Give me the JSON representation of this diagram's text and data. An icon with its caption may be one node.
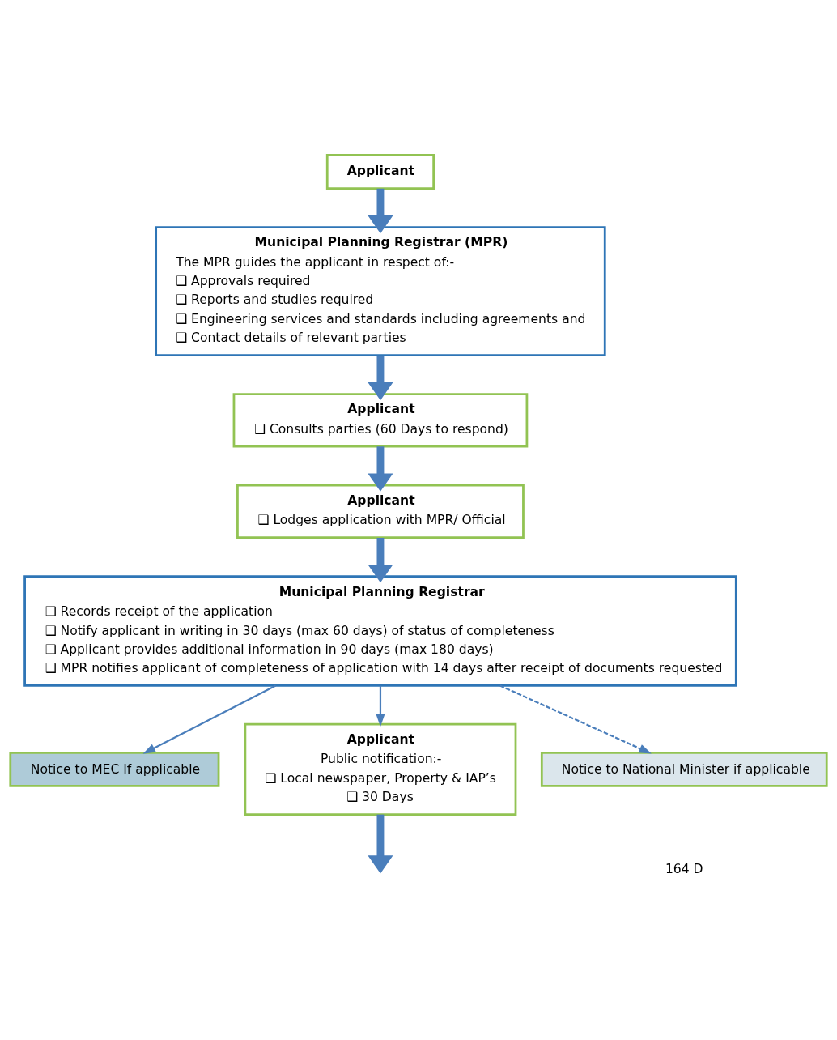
{
  "diagram": {
    "nodes": [
      {
        "text": [
          "Applicant"
        ]
      },
      {
        "text": [
          "Municipal Planning Registrar (MPR)",
          "The MPR guides the applicant in respect of:-",
          "❑ Approvals required",
          "❑ Reports and studies required",
          "❑ Engineering services and standards including agreements and",
          "❑ Contact details of relevant parties"
        ]
      },
      {
        "text": [
          "Applicant",
          "❑ Consults parties (60 Days to respond)"
        ]
      },
      {
        "text": [
          "Applicant",
          "❑ Lodges application with MPR/ Official"
        ]
      },
      {
        "text": [
          "Municipal Planning Registrar",
          "❑ Records receipt of the application",
          "❑ Notify applicant in writing in 30 days (max 60 days) of status of completeness",
          "❑ Applicant provides additional information in 90 days (max 180 days)",
          "❑ MPR notifies applicant of completeness of application with 14 days after receipt of documents requested"
        ]
      },
      {
        "text": [
          "Notice to MEC If applicable"
        ]
      },
      {
        "text": [
          "Applicant",
          "Public notification:-",
          "❑ Local newspaper, Property & IAP’s",
          "❑ 30 Days"
        ]
      },
      {
        "text": [
          "Notice to National Minister if applicable"
        ]
      }
    ],
    "edges": [
      {
        "from": 0,
        "to": 1,
        "arrow": "to"
      },
      {
        "from": 1,
        "to": 2,
        "arrow": "to"
      },
      {
        "from": 2,
        "to": 3,
        "arrow": "to"
      },
      {
        "from": 3,
        "to": 4,
        "arrow": "to"
      },
      {
        "from": 4,
        "to": 5,
        "arrow": "to"
      },
      {
        "from": 4,
        "to": 6,
        "arrow": "to"
      },
      {
        "from": 4,
        "to": 7,
        "arrow": "to",
        "style": "dashed"
      },
      {
        "from": 6,
        "to": null,
        "arrow": "to"
      }
    ],
    "labels": [
      "164 D"
    ]
  }
}
